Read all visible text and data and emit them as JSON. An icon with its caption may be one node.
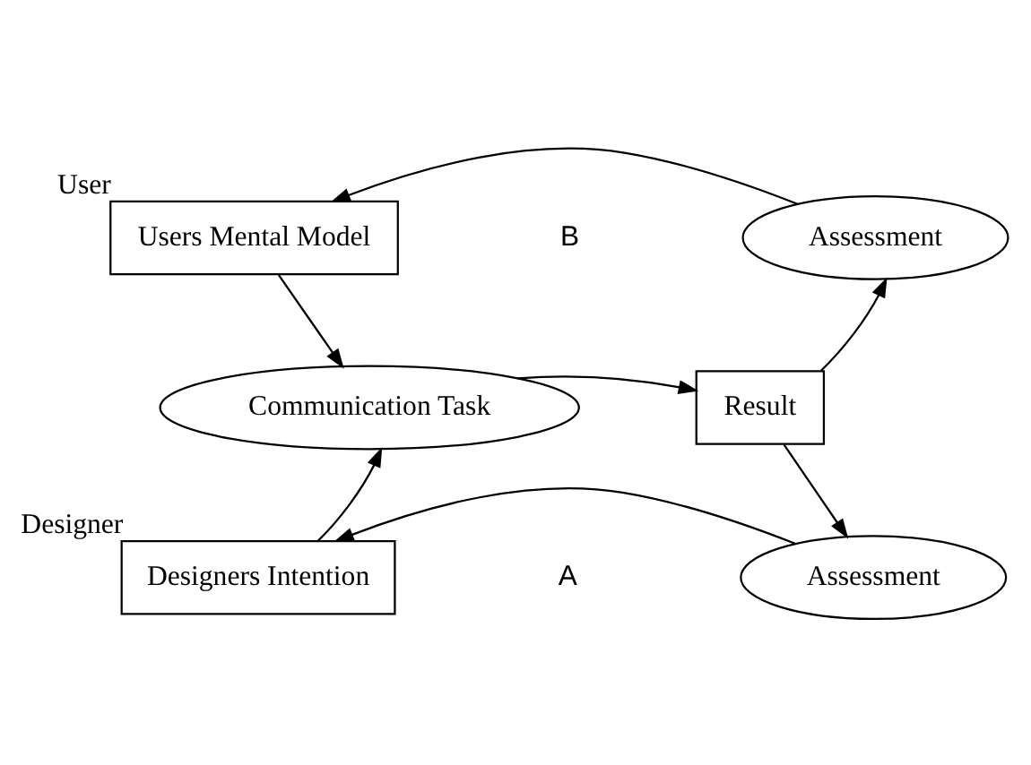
{
  "diagram": {
    "nodes": [
      {
        "text": [
          "Users Mental Model"
        ],
        "beside": [
          "User"
        ]
      },
      {
        "text": [
          "Assessment"
        ]
      },
      {
        "text": [
          "Communication Task"
        ]
      },
      {
        "text": [
          "Result"
        ]
      },
      {
        "text": [
          "Designers Intention"
        ],
        "beside": [
          "Designer"
        ]
      },
      {
        "text": [
          "Assessment"
        ]
      }
    ],
    "edges": [
      {
        "from": 1,
        "to": 0,
        "arrow": "to"
      },
      {
        "from": 0,
        "to": 2,
        "arrow": "to"
      },
      {
        "from": 2,
        "to": 3,
        "arrow": "to"
      },
      {
        "from": 3,
        "to": 1,
        "arrow": "to"
      },
      {
        "from": 3,
        "to": 5,
        "arrow": "to"
      },
      {
        "from": 5,
        "to": 4,
        "arrow": "to"
      },
      {
        "from": 4,
        "to": 2,
        "arrow": "to"
      }
    ],
    "labels": [
      "B",
      "A"
    ]
  }
}
